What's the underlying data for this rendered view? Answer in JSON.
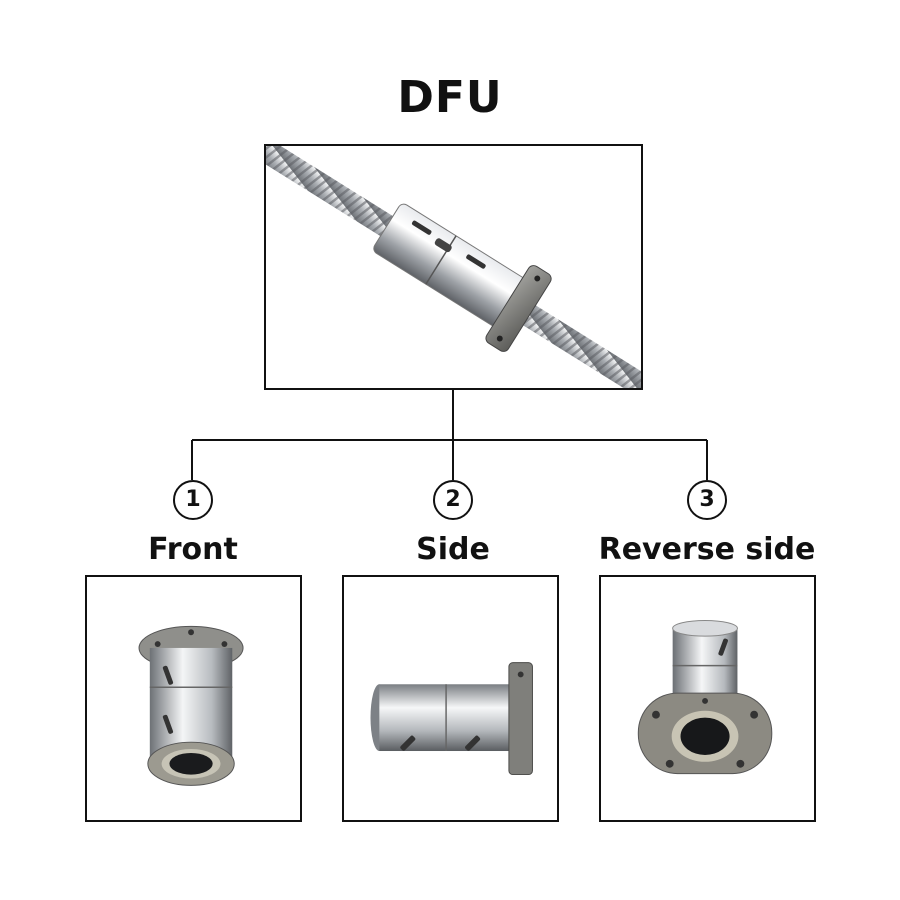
{
  "title": "DFU",
  "main_image": {
    "icon": "ball-screw-dfu-nut-icon"
  },
  "views": [
    {
      "number": "1",
      "label": "Front",
      "icon": "nut-front-view-icon"
    },
    {
      "number": "2",
      "label": "Side",
      "icon": "nut-side-view-icon"
    },
    {
      "number": "3",
      "label": "Reverse side",
      "icon": "nut-reverse-view-icon"
    }
  ],
  "colors": {
    "line": "#111111",
    "background": "#ffffff",
    "steel": "#c9ccd0",
    "flange": "#8a8a86"
  }
}
